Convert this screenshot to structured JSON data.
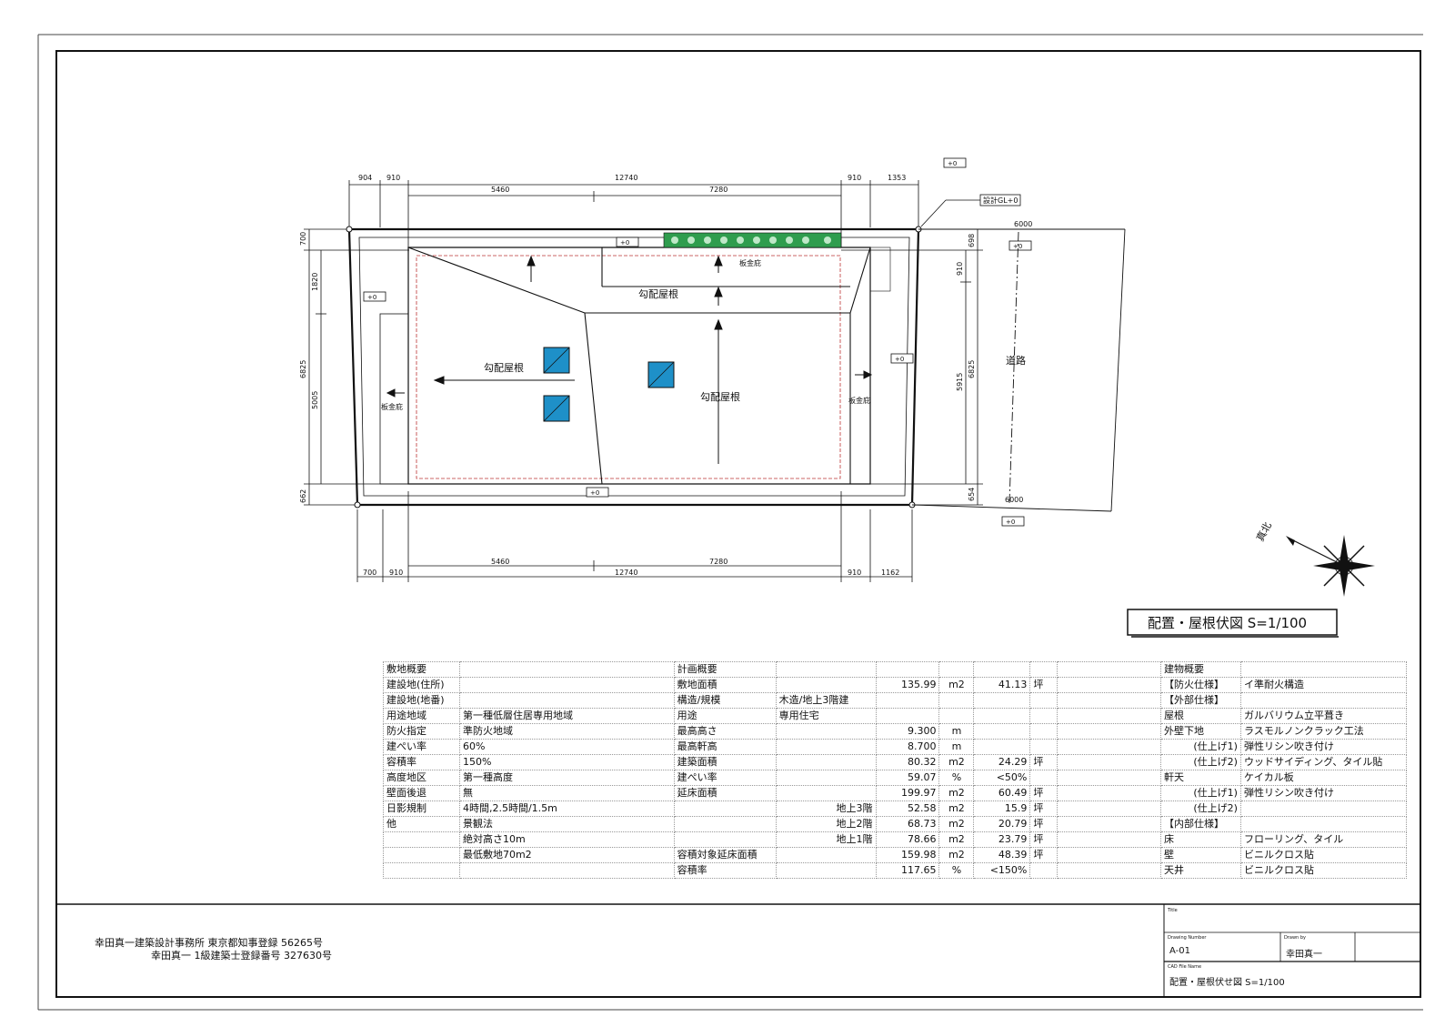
{
  "plan": {
    "top_dims": {
      "row1": [
        "904",
        "910",
        "12740",
        "910",
        "1353"
      ],
      "row2": [
        "5460",
        "7280"
      ]
    },
    "bottom_dims": {
      "row1": [
        "5460",
        "7280"
      ],
      "row2": [
        "700",
        "910",
        "12740",
        "910",
        "1162"
      ]
    },
    "left_dims": {
      "row1": [
        "700",
        "6825",
        "662"
      ],
      "row2": [
        "1820",
        "5005"
      ]
    },
    "right_dims": {
      "row1": [
        "698",
        "6825",
        "654"
      ],
      "row2": [
        "910",
        "5915"
      ]
    },
    "road_dims": [
      "6000",
      "6000"
    ],
    "levels": [
      "+0",
      "+0",
      "+0",
      "+0",
      "+0",
      "+0",
      "+0"
    ],
    "gl_label": "設計GL+0",
    "labels": {
      "slope_roof": "勾配屋根",
      "sheet_eave": "板金庇",
      "road": "道路",
      "north": "真北"
    }
  },
  "drawing_title": "配置・屋根伏図 S=1/100",
  "spec_table": {
    "rows": [
      [
        "敷地概要",
        "",
        "計画概要",
        "",
        "",
        "",
        "",
        "",
        "",
        "建物概要",
        ""
      ],
      [
        "建設地(住所)",
        "",
        "敷地面積",
        "",
        "135.99",
        "m2",
        "41.13",
        "坪",
        "",
        "【防火仕様】",
        "イ準耐火構造"
      ],
      [
        "建設地(地番)",
        "",
        "構造/規模",
        "木造/地上3階建",
        "",
        "",
        "",
        "",
        "",
        "【外部仕様】",
        ""
      ],
      [
        "用途地域",
        "第一種低層住居専用地域",
        "用途",
        "専用住宅",
        "",
        "",
        "",
        "",
        "",
        "屋根",
        "ガルバリウム立平葺き"
      ],
      [
        "防火指定",
        "準防火地域",
        "最高高さ",
        "",
        "9.300",
        "m",
        "",
        "",
        "",
        "外壁下地",
        "ラスモルノンクラック工法"
      ],
      [
        "建ぺい率",
        "60%",
        "最高軒高",
        "",
        "8.700",
        "m",
        "",
        "",
        "",
        "(仕上げ1)",
        "弾性リシン吹き付け"
      ],
      [
        "容積率",
        "150%",
        "建築面積",
        "",
        "80.32",
        "m2",
        "24.29",
        "坪",
        "",
        "(仕上げ2)",
        "ウッドサイディング、タイル貼"
      ],
      [
        "高度地区",
        "第一種高度",
        "建ぺい率",
        "",
        "59.07",
        "%",
        "<50%",
        "",
        "",
        "軒天",
        "ケイカル板"
      ],
      [
        "壁面後退",
        "無",
        "延床面積",
        "",
        "199.97",
        "m2",
        "60.49",
        "坪",
        "",
        "(仕上げ1)",
        "弾性リシン吹き付け"
      ],
      [
        "日影規制",
        "4時間,2.5時間/1.5m",
        "",
        "地上3階",
        "52.58",
        "m2",
        "15.9",
        "坪",
        "",
        "(仕上げ2)",
        ""
      ],
      [
        "他",
        "景観法",
        "",
        "地上2階",
        "68.73",
        "m2",
        "20.79",
        "坪",
        "",
        "【内部仕様】",
        ""
      ],
      [
        "",
        "絶対高さ10m",
        "",
        "地上1階",
        "78.66",
        "m2",
        "23.79",
        "坪",
        "",
        "床",
        "フローリング、タイル"
      ],
      [
        "",
        "最低敷地70m2",
        "容積対象延床面積",
        "",
        "159.98",
        "m2",
        "48.39",
        "坪",
        "",
        "壁",
        "ビニルクロス貼"
      ],
      [
        "",
        "",
        "容積率",
        "",
        "117.65",
        "%",
        "<150%",
        "",
        "",
        "天井",
        "ビニルクロス貼"
      ]
    ]
  },
  "title_block": {
    "office_line1": "幸田真一建築設計事務所  東京都知事登録  56265号",
    "office_line2": "幸田真一  1級建築士登録番号   327630号",
    "title_caption": "Title",
    "drawing_number_caption": "Drawing Number",
    "drawing_number": "A-01",
    "drawn_by_caption": "Drawn by",
    "drawn_by": "幸田真一",
    "cad_file_caption": "CAD File Name",
    "cad_file": "配置・屋根伏せ図   S=1/100"
  }
}
